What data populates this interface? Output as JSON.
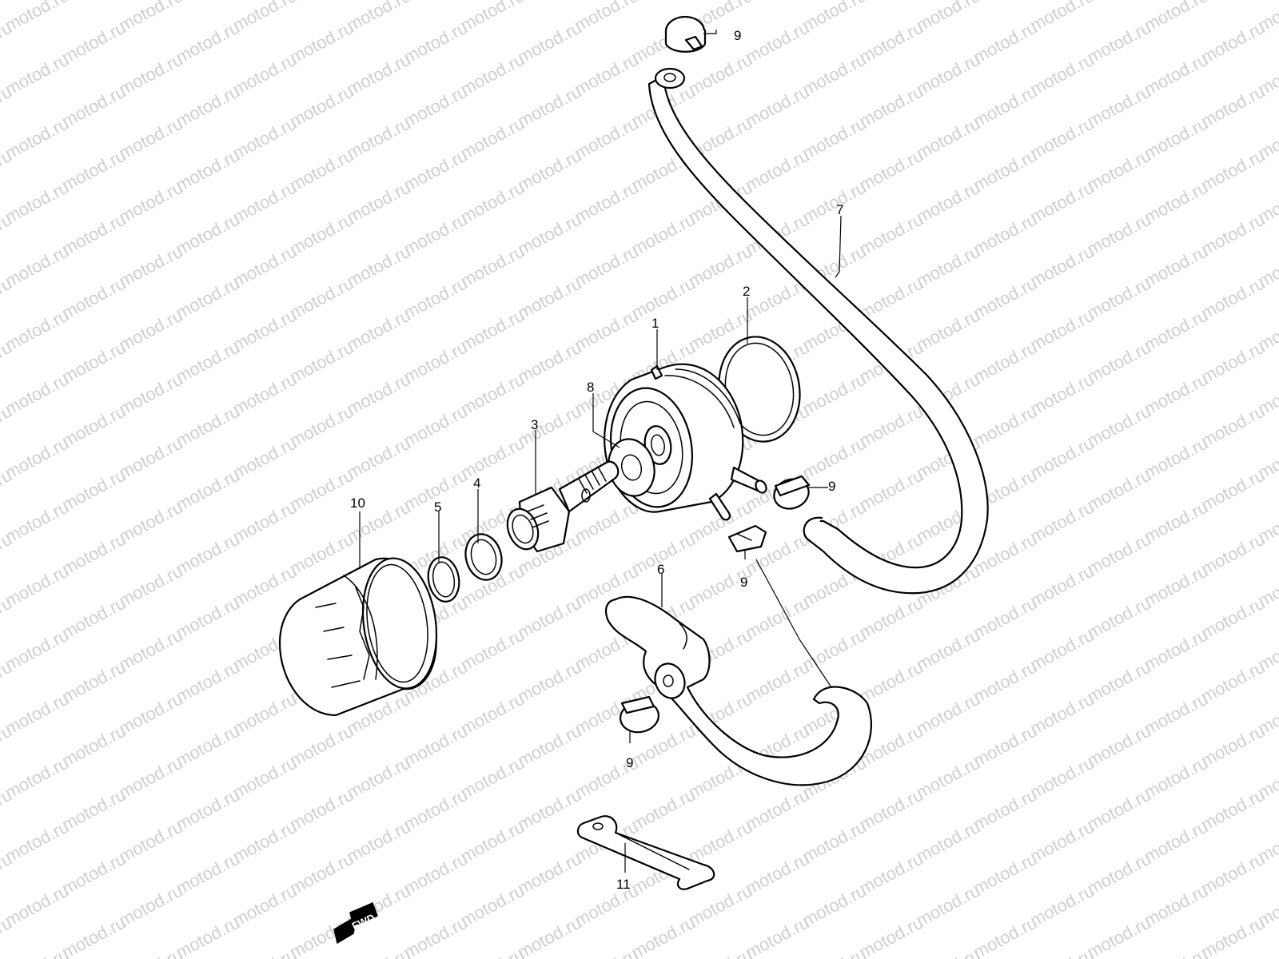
{
  "watermark": {
    "text": "motod.ru"
  },
  "callouts": [
    {
      "id": "c1",
      "label": "1"
    },
    {
      "id": "c2",
      "label": "2"
    },
    {
      "id": "c3",
      "label": "3"
    },
    {
      "id": "c4",
      "label": "4"
    },
    {
      "id": "c5",
      "label": "5"
    },
    {
      "id": "c6",
      "label": "6"
    },
    {
      "id": "c7",
      "label": "7"
    },
    {
      "id": "c8",
      "label": "8"
    },
    {
      "id": "c9a",
      "label": "9"
    },
    {
      "id": "c9b",
      "label": "9"
    },
    {
      "id": "c9c",
      "label": "9"
    },
    {
      "id": "c9d",
      "label": "9"
    },
    {
      "id": "c10",
      "label": "10"
    },
    {
      "id": "c11",
      "label": "11"
    }
  ],
  "fwd_label": "FWD"
}
